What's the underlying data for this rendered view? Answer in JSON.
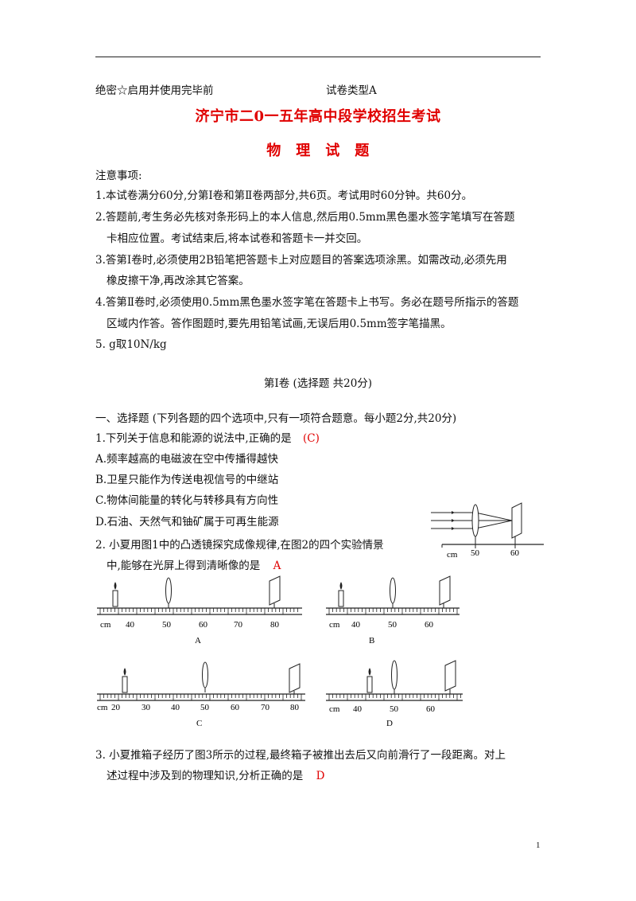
{
  "header": {
    "secret_note": "绝密☆启用并使用完毕前",
    "paper_type": "试卷类型A"
  },
  "title": "济宁市二0一五年高中段学校招生考试",
  "subtitle": "物　理　试　题",
  "notice": {
    "heading": "注意事项:",
    "items": [
      {
        "line1": "1.本试卷满分60分,分第Ⅰ卷和第Ⅱ卷两部分,共6页。考试用时60分钟。共60分。",
        "line2": ""
      },
      {
        "line1": "2.答题前,考生务必先核对条形码上的本人信息,然后用0.5mm黑色墨水签字笔填写在答题",
        "line2": "卡相应位置。考试结束后,将本试卷和答题卡一并交回。"
      },
      {
        "line1": "3.答第Ⅰ卷时,必须使用2B铅笔把答题卡上对应题目的答案选项涂黑。如需改动,必须先用",
        "line2": "橡皮擦干净,再改涂其它答案。"
      },
      {
        "line1": "4.答第Ⅱ卷时,必须使用0.5mm黑色墨水签字笔在答题卡上书写。务必在题号所指示的答题",
        "line2": "区域内作答。答作图题时,要先用铅笔试画,无误后用0.5mm签字笔描黑。"
      },
      {
        "line1": "5.  g取10N/kg",
        "line2": ""
      }
    ]
  },
  "section1": {
    "title": "第Ⅰ卷 (选择题 共20分)",
    "instruction": "一、选择题 (下列各题的四个选项中,只有一项符合题意。每小题2分,共20分)"
  },
  "q1": {
    "stem": "1.下列关于信息和能源的说法中,正确的是",
    "answer": "(C)",
    "options": [
      "A.频率越高的电磁波在空中传播得越快",
      "B.卫星只能作为传送电视信号的中继站",
      "C.物体间能量的转化与转移具有方向性",
      "D.石油、天然气和铀矿属于可再生能源"
    ]
  },
  "q2": {
    "line1": "2.  小夏用图1中的凸透镜探究成像规律,在图2的四个实验情景",
    "line2": "中,能够在光屏上得到清晰像的是",
    "answer": "A"
  },
  "fig1": {
    "unit": "cm",
    "labels": [
      "50",
      "60"
    ]
  },
  "figA": {
    "unit": "cm",
    "labels": [
      "40",
      "50",
      "60",
      "70",
      "80"
    ],
    "caption": "A"
  },
  "figB": {
    "unit": "cm",
    "labels": [
      "40",
      "50",
      "60"
    ],
    "caption": "B"
  },
  "figC": {
    "unit": "cm",
    "labels": [
      "20",
      "30",
      "40",
      "50",
      "60",
      "70",
      "80"
    ],
    "caption": "C"
  },
  "figD": {
    "unit": "cm",
    "labels": [
      "40",
      "50",
      "60"
    ],
    "caption": "D"
  },
  "q3": {
    "line1": "3.  小夏推箱子经历了图3所示的过程,最终箱子被推出去后又向前滑行了一段距离。对上",
    "line2": "述过程中涉及到的物理知识,分析正确的是",
    "answer": "D"
  },
  "page_number": "1"
}
